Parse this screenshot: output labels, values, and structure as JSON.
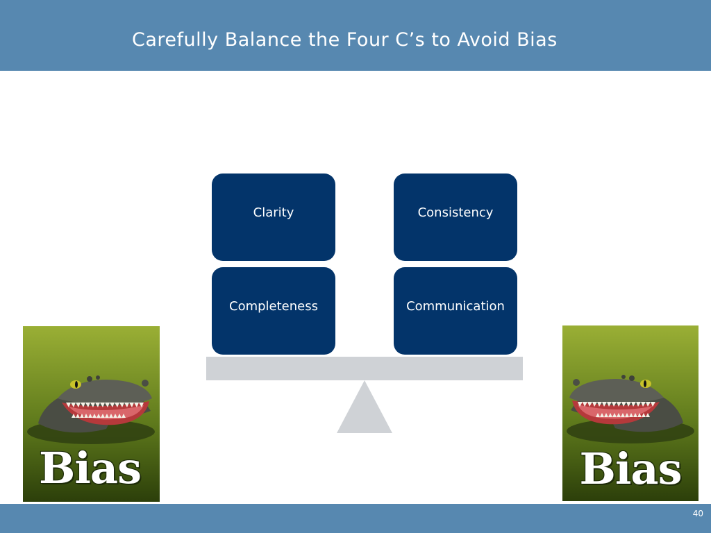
{
  "slide": {
    "title": "Carefully Balance the Four C’s to Avoid Bias",
    "page_number": "40"
  },
  "boxes": {
    "top_left": "Clarity",
    "top_right": "Consistency",
    "bottom_left": "Completeness",
    "bottom_right": "Communication"
  },
  "bias_cards": {
    "left_label": "Bias",
    "right_label": "Bias"
  },
  "colors": {
    "header_bar": "#5788b0",
    "box_fill": "#03346a",
    "scale_gray": "#cfd2d6",
    "card_green_light": "#9aaf35",
    "card_green_dark": "#2c3f0a"
  },
  "icons": {
    "card_image": "alligator-head-icon",
    "scale_base": "fulcrum-triangle-icon"
  }
}
